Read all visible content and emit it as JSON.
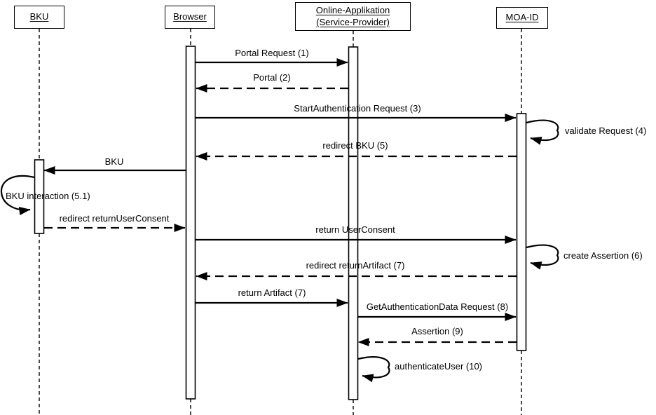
{
  "diagram_type": "uml-sequence",
  "colors": {
    "line": "#000000",
    "background": "#ffffff",
    "text": "#000000"
  },
  "actors": [
    {
      "name": "BKU"
    },
    {
      "name": "Browser"
    },
    {
      "name": "Online-Applikation (Service-Provider)"
    },
    {
      "name": "MOA-ID"
    }
  ],
  "messages": [
    {
      "label": "Portal Request (1)",
      "from": "Browser",
      "to": "Online-Applikation (Service-Provider)",
      "type": "solid"
    },
    {
      "label": "Portal (2)",
      "from": "Online-Applikation (Service-Provider)",
      "to": "Browser",
      "type": "dashed"
    },
    {
      "label": "StartAuthentication Request (3)",
      "from": "Browser",
      "to": "MOA-ID",
      "type": "solid"
    },
    {
      "label": "validate Request (4)",
      "from": "MOA-ID",
      "to": "MOA-ID",
      "type": "self"
    },
    {
      "label": "redirect BKU (5)",
      "from": "MOA-ID",
      "to": "Browser",
      "type": "dashed"
    },
    {
      "label": "BKU",
      "from": "Browser",
      "to": "BKU",
      "type": "solid"
    },
    {
      "label": "BKU interaction (5.1)",
      "from": "BKU",
      "to": "BKU",
      "type": "self"
    },
    {
      "label": "redirect returnUserConsent",
      "from": "BKU",
      "to": "Browser",
      "type": "dashed"
    },
    {
      "label": "return UserConsent",
      "from": "Browser",
      "to": "MOA-ID",
      "type": "solid"
    },
    {
      "label": "create Assertion (6)",
      "from": "MOA-ID",
      "to": "MOA-ID",
      "type": "self"
    },
    {
      "label": "redirect returnArtifact (7)",
      "from": "MOA-ID",
      "to": "Browser",
      "type": "dashed"
    },
    {
      "label": "return Artifact (7)",
      "from": "Browser",
      "to": "Online-Applikation (Service-Provider)",
      "type": "solid"
    },
    {
      "label": "GetAuthenticationData Request (8)",
      "from": "Online-Applikation (Service-Provider)",
      "to": "MOA-ID",
      "type": "solid"
    },
    {
      "label": "Assertion (9)",
      "from": "MOA-ID",
      "to": "Online-Applikation (Service-Provider)",
      "type": "dashed"
    },
    {
      "label": "authenticateUser (10)",
      "from": "Online-Applikation (Service-Provider)",
      "to": "Online-Applikation (Service-Provider)",
      "type": "self"
    }
  ]
}
